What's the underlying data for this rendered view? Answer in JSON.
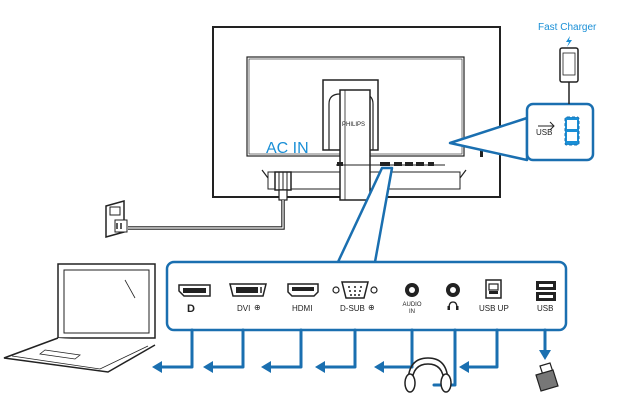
{
  "labels": {
    "ac_in": "AC IN",
    "fast_charger": "Fast Charger",
    "usb_callout": "USB",
    "brand": "PHILIPS"
  },
  "ports": [
    {
      "icon": "displayport-icon",
      "label": "D"
    },
    {
      "icon": "dvi-port-icon",
      "label": "DVI"
    },
    {
      "icon": "hdmi-port-icon",
      "label": "HDMI"
    },
    {
      "icon": "dsub-port-icon",
      "label": "D-SUB"
    },
    {
      "icon": "audio-in-jack-icon",
      "label": "AUDIO\nIN"
    },
    {
      "icon": "headphone-jack-icon",
      "label": ""
    },
    {
      "icon": "usb-up-port-icon",
      "label": "USB UP"
    },
    {
      "icon": "usb-port-icon",
      "label": "USB"
    }
  ],
  "colors": {
    "accent": "#1a8fd6",
    "line": "#222222",
    "monitor_back": "#ffffff"
  }
}
